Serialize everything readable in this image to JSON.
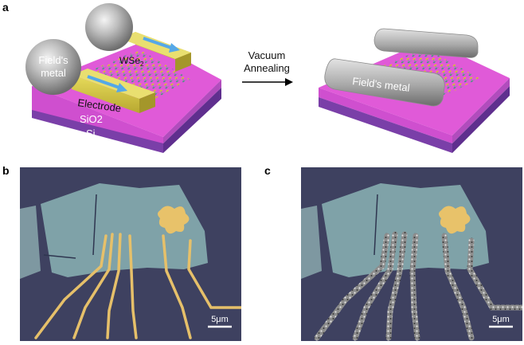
{
  "panels": {
    "a": {
      "label": "a",
      "layer_labels": {
        "sio2": "SiO2",
        "si": "Si"
      },
      "electrode_label": "Electrode",
      "material_label": "WSe",
      "material_subscript": "2",
      "droplet_label_line1": "Field's",
      "droplet_label_line2": "metal",
      "arrow_line1": "Vacuum",
      "arrow_line2": "Annealing",
      "annealed_label": "Field's metal"
    },
    "b": {
      "label": "b",
      "scale_text": "5μm"
    },
    "c": {
      "label": "c",
      "scale_text": "5μm"
    }
  },
  "colors": {
    "substrate_pink": "#e05ad8",
    "substrate_purple": "#7a3fa8",
    "electrode_gold": "#d8c84a",
    "micrograph_bg": "#3e4160",
    "flake_blue": "#7fa2a8",
    "contact_gold": "#e8c26a",
    "field_metal_gray": "#b9b9b9"
  }
}
